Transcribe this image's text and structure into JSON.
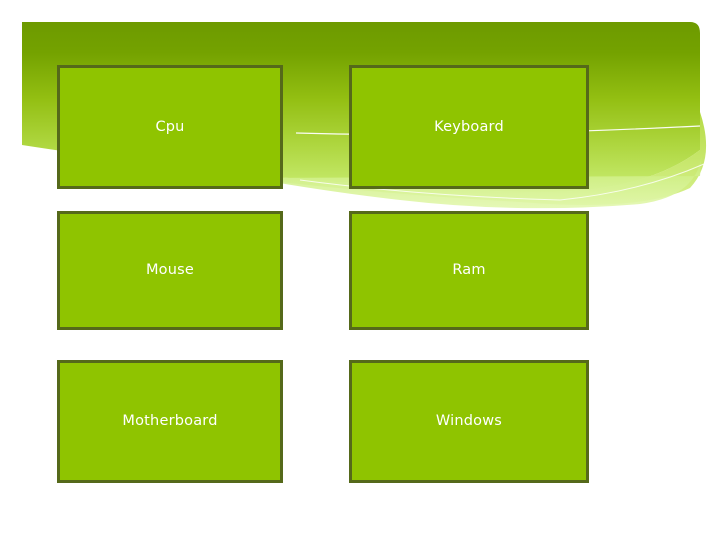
{
  "slide": {
    "background_color": "#ffffff",
    "decoration": {
      "name": "green-banner-swoosh",
      "gradient_top_color": "#6f9c00",
      "gradient_bottom_color": "#c8ec6e",
      "accent_line_color": "#ffffff"
    }
  },
  "shapes": {
    "fill_color": "#8FC400",
    "border_color": "#55691a",
    "text_color": "#ffffff",
    "items": [
      {
        "label": "Cpu"
      },
      {
        "label": "Keyboard"
      },
      {
        "label": "Mouse"
      },
      {
        "label": "Ram"
      },
      {
        "label": "Motherboard"
      },
      {
        "label": "Windows"
      }
    ]
  }
}
